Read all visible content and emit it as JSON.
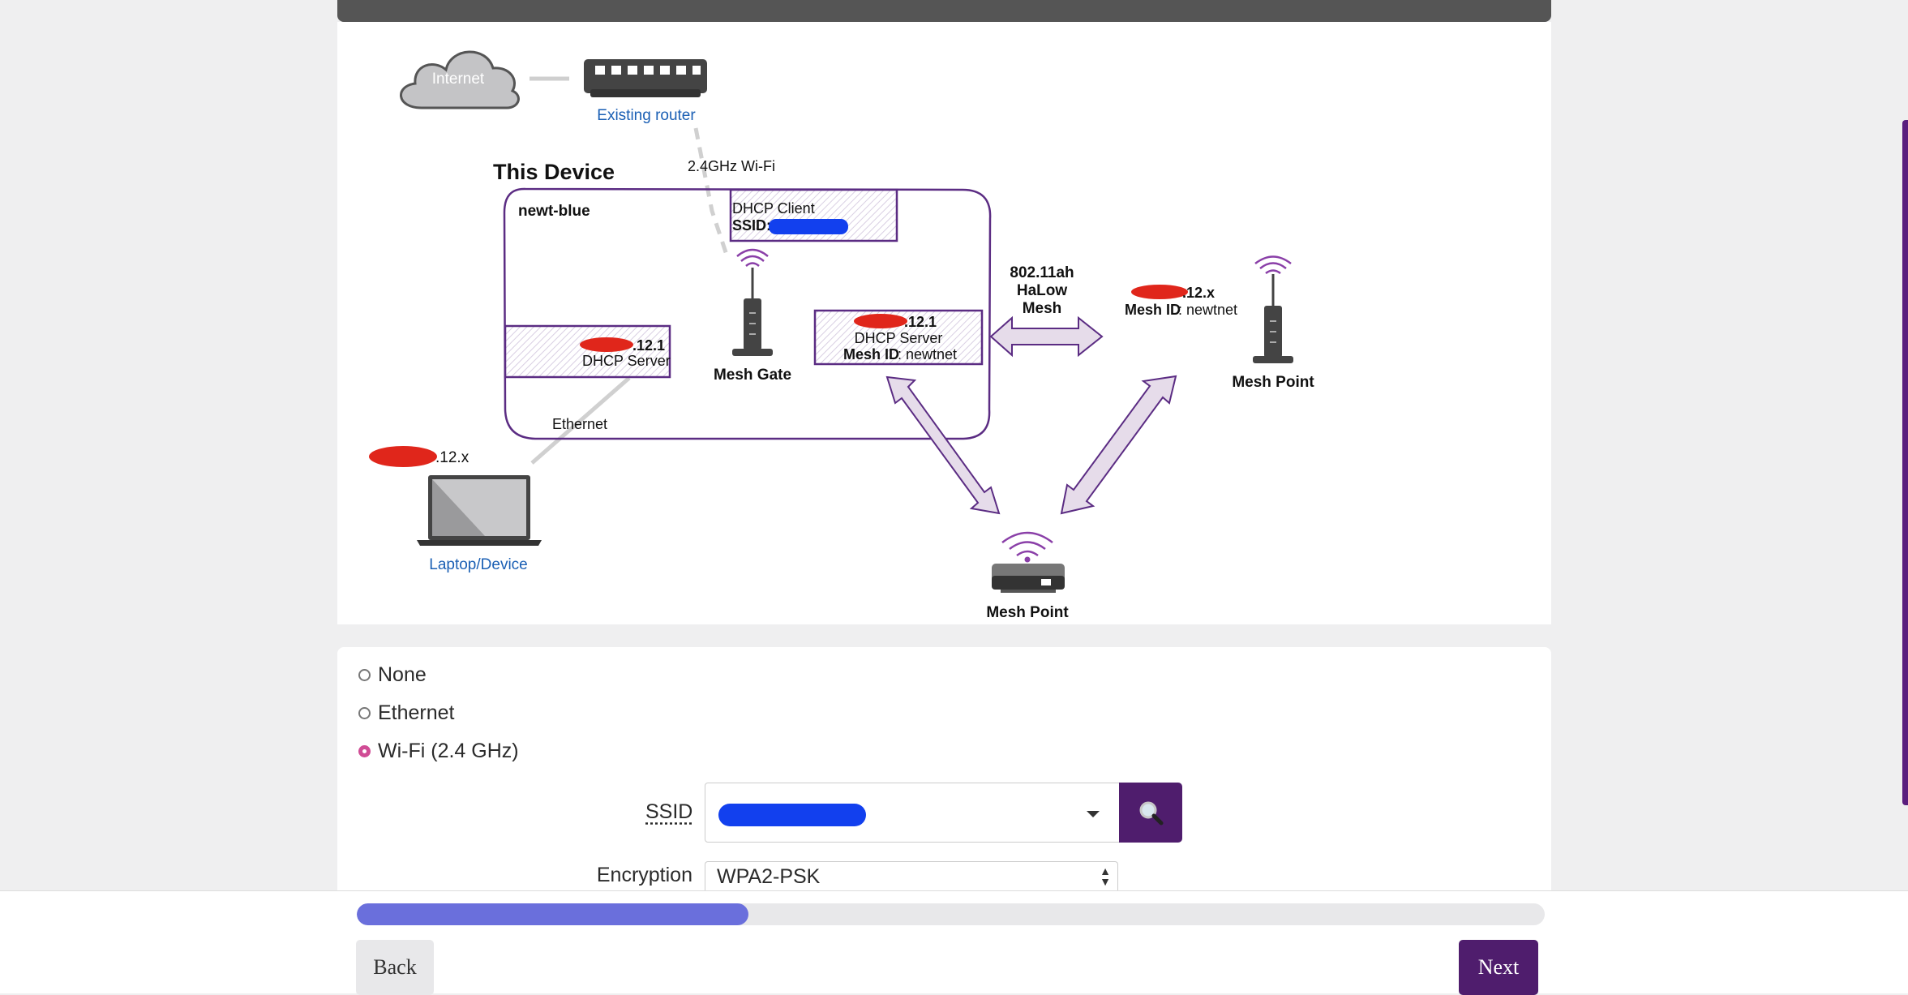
{
  "diagram": {
    "internet_label": "Internet",
    "router_label": "Existing router",
    "wifi_link_label": "2.4GHz Wi-Fi",
    "device_title": "This Device",
    "device_name": "newt-blue",
    "dhcp_client_label": "DHCP Client",
    "ssid_label": "SSID:",
    "mesh_gate_label": "Mesh Gate",
    "left_server_ip": ".12.1",
    "left_server_label": "DHCP Server",
    "mid_server_ip": ".12.1",
    "mid_server_label": "DHCP Server",
    "mesh_id_key": "Mesh ID",
    "mesh_id_value": ": newtnet",
    "halow_line1": "802.11ah",
    "halow_line2": "HaLow",
    "halow_line3": "Mesh",
    "remote_ip": ".12.x",
    "mesh_point_label": "Mesh Point",
    "ethernet_label": "Ethernet",
    "laptop_ip": ".12.x",
    "laptop_label": "Laptop/Device",
    "link_blue": "#1a5fb4",
    "mesh_purple": "#5b2c83"
  },
  "uplink_options": [
    {
      "label": "None",
      "selected": false
    },
    {
      "label": "Ethernet",
      "selected": false
    },
    {
      "label": "Wi-Fi (2.4 GHz)",
      "selected": true
    }
  ],
  "form": {
    "ssid_label": "SSID",
    "encryption_label": "Encryption",
    "encryption_value": "WPA2-PSK",
    "search_icon": "search-icon"
  },
  "footer": {
    "progress_percent": 33,
    "back_label": "Back",
    "next_label": "Next"
  }
}
